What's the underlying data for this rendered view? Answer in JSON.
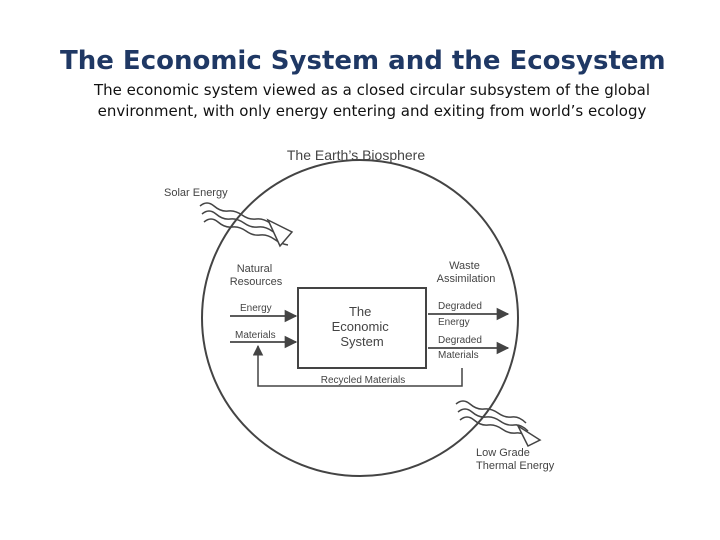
{
  "slide": {
    "title": "The Economic System and the Ecosystem",
    "subtitle": "The economic system viewed as a closed circular subsystem of the global environment, with only energy entering and exiting from world’s ecology"
  },
  "diagram": {
    "biosphere_label": "The Earth’s Biosphere",
    "solar_energy": "Solar Energy",
    "natural_resources": [
      "Natural",
      "Resources"
    ],
    "waste_assimilation": [
      "Waste",
      "Assimilation"
    ],
    "economic_system": [
      "The",
      "Economic",
      "System"
    ],
    "energy": "Energy",
    "materials": "Materials",
    "degraded_energy": [
      "Degraded",
      "Energy"
    ],
    "degraded_materials": [
      "Degraded",
      "Materials"
    ],
    "recycled_materials": "Recycled Materials",
    "low_grade_thermal": [
      "Low Grade",
      "Thermal Energy"
    ],
    "colors": {
      "title": "#1f3864",
      "stroke": "#444444"
    }
  }
}
